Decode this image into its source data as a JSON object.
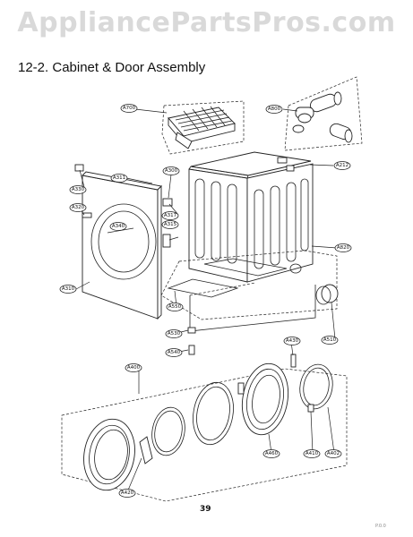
{
  "watermark": "AppliancePartsPros.com",
  "section_title": "12-2. Cabinet & Door Assembly",
  "page_number": "39",
  "corner_note": "P.0.0",
  "callouts": {
    "A700": "A700",
    "A800": "A800",
    "A212": "A212",
    "A300": "A300",
    "A311": "A311",
    "A330": "A330",
    "A320": "A320",
    "A317": "A317",
    "A340": "A340",
    "A315": "A315",
    "A310": "A310",
    "A820": "A820",
    "A550": "A550",
    "A530": "A530",
    "A540": "A540",
    "A510": "A510",
    "A430": "A430",
    "A400": "A400",
    "A460": "A460",
    "A410": "A410",
    "A402": "A402",
    "A420": "A420"
  }
}
